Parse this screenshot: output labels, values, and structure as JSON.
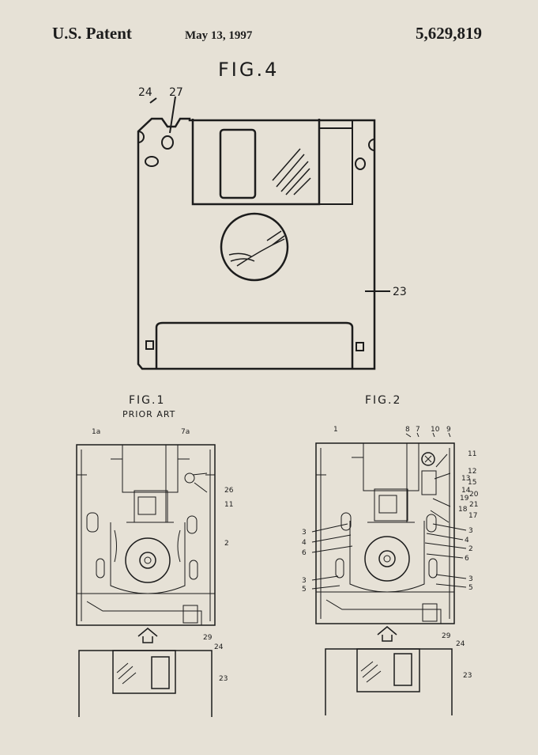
{
  "header": {
    "patent_label": "U.S. Patent",
    "date": "May 13, 1997",
    "number": "5,629,819"
  },
  "fig4": {
    "title": "FIG.4",
    "labels": {
      "l24": "24",
      "l27": "27",
      "l23": "23"
    }
  },
  "fig1": {
    "title": "FIG.1",
    "subtitle": "PRIOR ART",
    "labels": {
      "l1a": "1a",
      "l7a": "7a",
      "l26": "26",
      "l11": "11",
      "l2": "2",
      "l29": "29",
      "l24": "24",
      "l23": "23"
    }
  },
  "fig2": {
    "title": "FIG.2",
    "labels": {
      "l1": "1",
      "l8": "8",
      "l7": "7",
      "l10": "10",
      "l9": "9",
      "l11": "11",
      "l12": "12",
      "l13": "13",
      "l15": "15",
      "l14": "14",
      "l20": "20",
      "l21": "21",
      "l18": "18",
      "l19": "19",
      "l17": "17",
      "l3a": "3",
      "l4a": "4",
      "l6a": "6",
      "l3b": "3",
      "l5a": "5",
      "l3c": "3",
      "l4b": "4",
      "l2": "2",
      "l6b": "6",
      "l3d": "3",
      "l5b": "5",
      "l29": "29",
      "l24": "24",
      "l23": "23"
    }
  }
}
